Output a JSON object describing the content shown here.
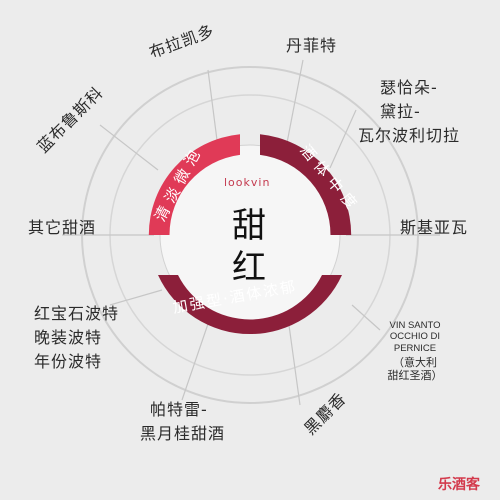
{
  "colors": {
    "background": "#ececec",
    "red": "#e03a57",
    "maroon": "#8c1f3a",
    "ring": "#c9c9c9",
    "brand": "#d33a4c"
  },
  "center": {
    "logo": "lookvin",
    "line1": "甜",
    "line2": "红"
  },
  "bands": {
    "light_fizzy": "清淡微泡",
    "medium_body": "酒体中度",
    "fortified_full": "加强型·酒体浓郁"
  },
  "outer_labels": {
    "brachetto": "布拉凯多",
    "dornfelder": "丹菲特",
    "lambrusco": "蓝布鲁斯科",
    "recioto_line1": "瑟恰朵-",
    "recioto_line2": "黛拉-",
    "recioto_line3": "瓦尔波利切拉",
    "other_sweet": "其它甜酒",
    "schiava": "斯基亚瓦",
    "ruby_line1": "红宝石波特",
    "ruby_line2": "晚装波特",
    "ruby_line3": "年份波特",
    "vinsanto_line1": "VIN SANTO",
    "vinsanto_line2": "OCCHIO DI",
    "vinsanto_line3": "PERNICE",
    "vinsanto_line4": "（意大利",
    "vinsanto_line5": "甜红圣酒）",
    "pedro_line1": "帕特雷-",
    "pedro_line2": "黑月桂甜酒",
    "banyuls": "黑麝香"
  },
  "brand": "乐酒客"
}
